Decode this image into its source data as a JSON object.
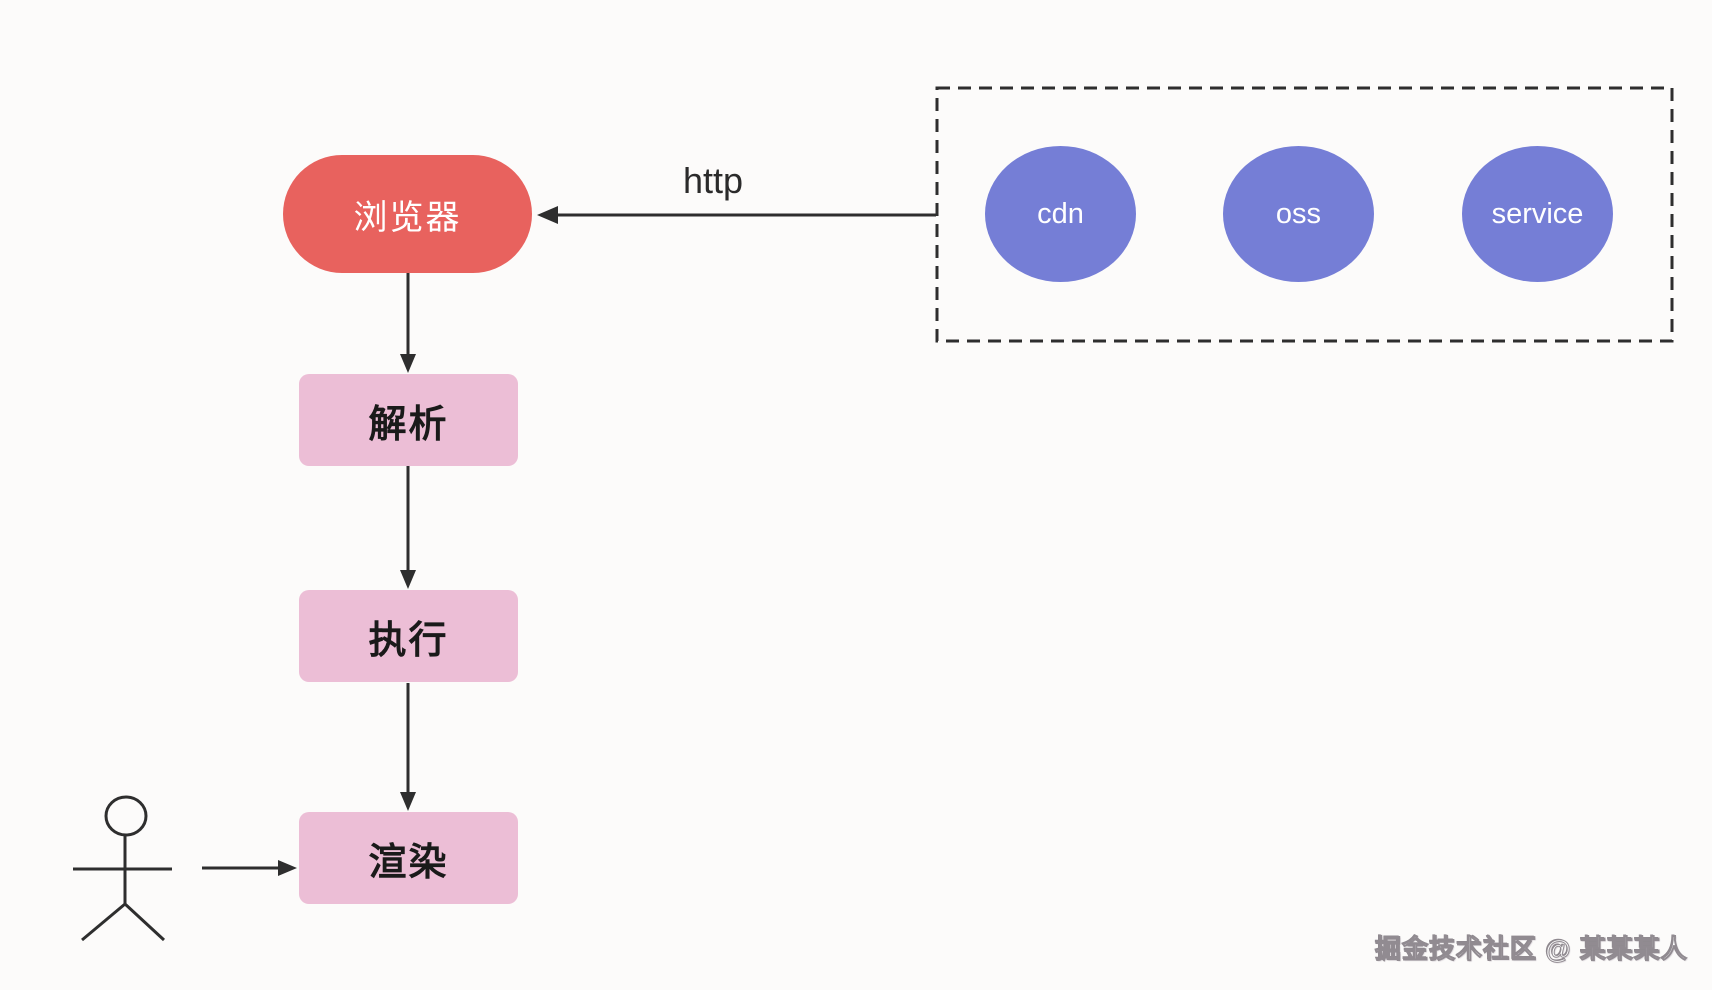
{
  "diagram": {
    "background_color": "#fcfbfa",
    "stroke_color": "#2e2e2e",
    "nodes": {
      "browser": {
        "label": "浏览器",
        "shape": "pill",
        "fill": "#e8625e",
        "text_color": "#ffffff"
      },
      "parse": {
        "label": "解析",
        "shape": "rect",
        "fill": "#ecbed6",
        "text_color": "#1a1a1a"
      },
      "execute": {
        "label": "执行",
        "shape": "rect",
        "fill": "#ecbed6",
        "text_color": "#1a1a1a"
      },
      "render": {
        "label": "渲染",
        "shape": "rect",
        "fill": "#ecbed6",
        "text_color": "#1a1a1a"
      }
    },
    "servers": {
      "boundary_style": "dashed",
      "fill": "#757ed6",
      "text_color": "#ffffff",
      "items": [
        {
          "label": "cdn"
        },
        {
          "label": "oss"
        },
        {
          "label": "service"
        }
      ]
    },
    "edges": {
      "http_label": "http"
    },
    "icons": {
      "actor": "stick-figure-person"
    },
    "watermark": {
      "text": "掘金技术社区 @ 某某某人"
    }
  }
}
